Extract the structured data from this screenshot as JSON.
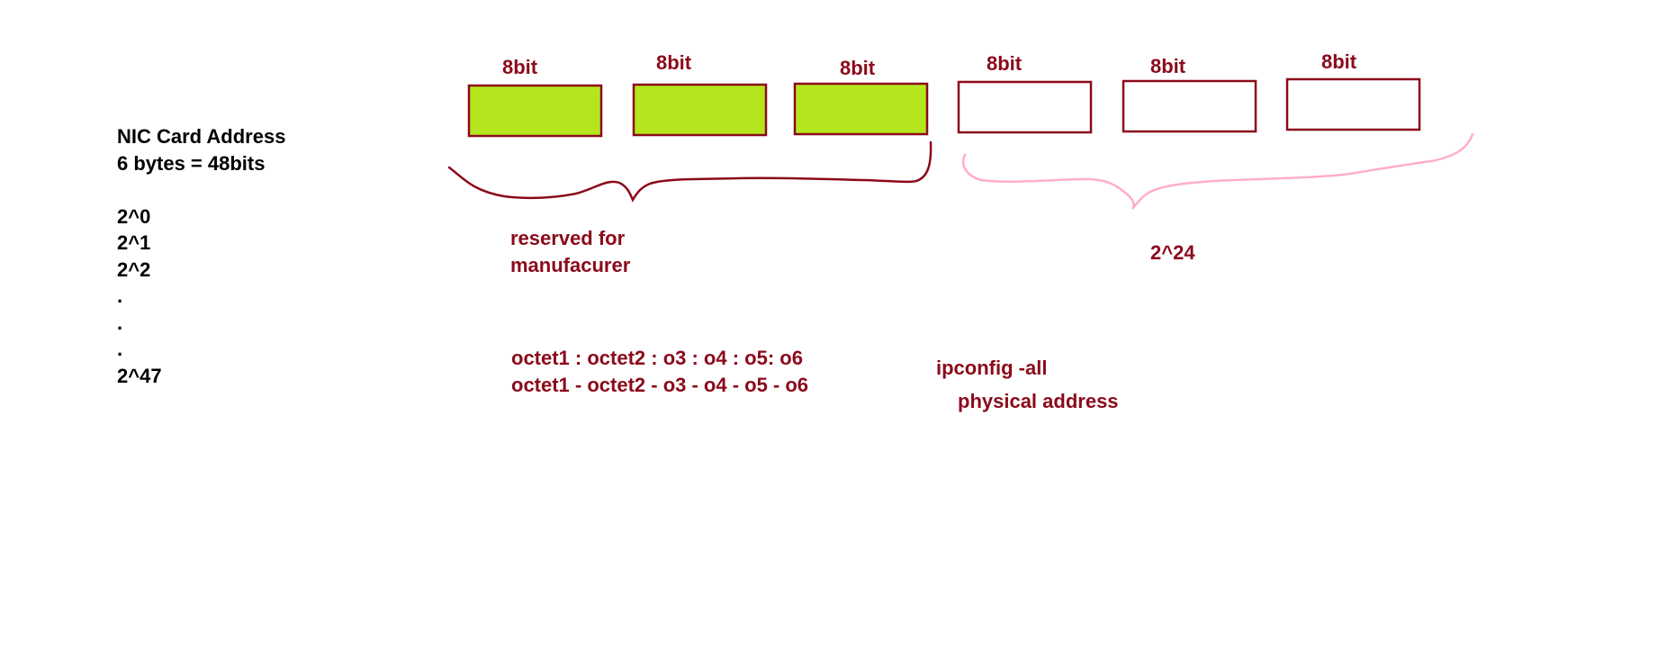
{
  "left_notes": {
    "title": "NIC Card Address",
    "size": "6 bytes = 48bits",
    "powers": [
      "2^0",
      "2^1",
      "2^2",
      ".",
      ".",
      ".",
      "2^47"
    ]
  },
  "octets": [
    {
      "label": "8bit",
      "filled": true
    },
    {
      "label": "8bit",
      "filled": true
    },
    {
      "label": "8bit",
      "filled": true
    },
    {
      "label": "8bit",
      "filled": false
    },
    {
      "label": "8bit",
      "filled": false
    },
    {
      "label": "8bit",
      "filled": false
    }
  ],
  "reserved_note": [
    "reserved for",
    "manufacurer"
  ],
  "device_part_note": "2^24",
  "formats": [
    "octet1 : octet2 : o3 : o4 : o5: o6",
    "octet1 - octet2 - o3 - o4 - o5 - o6"
  ],
  "command": "ipconfig -all",
  "command_result": "physical address",
  "colors": {
    "dark_red": "#8b0a1a",
    "green_fill": "#b5e61d",
    "pink": "#ffaec9",
    "text_black": "#000000"
  }
}
